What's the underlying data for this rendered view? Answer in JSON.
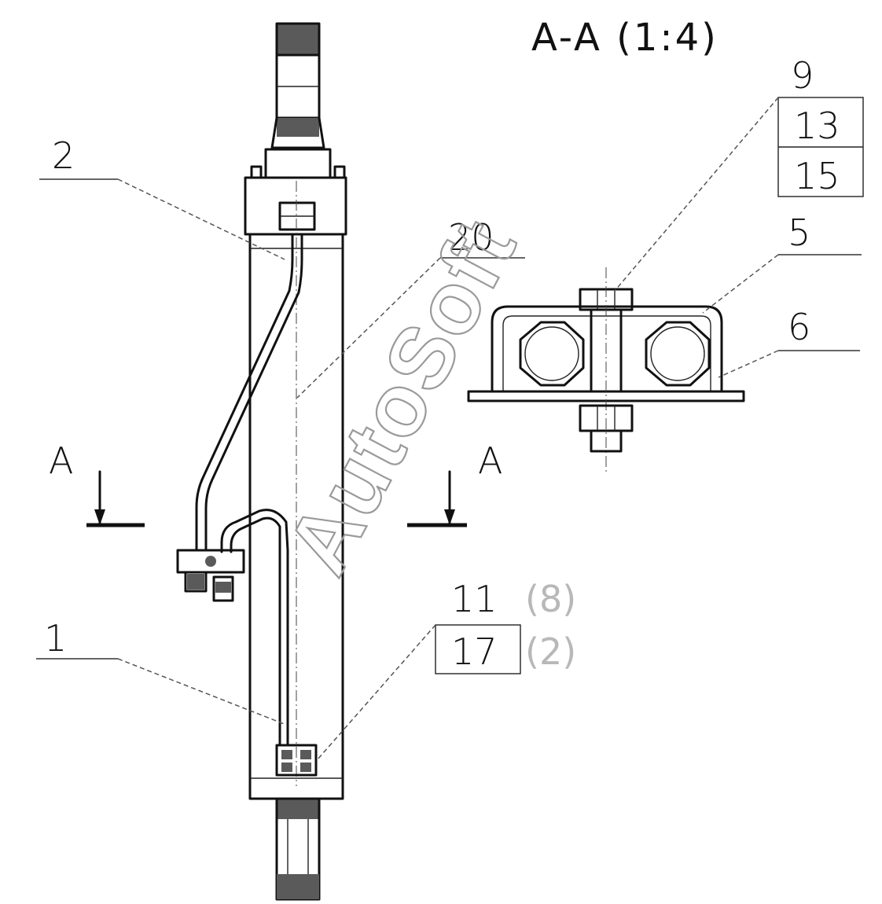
{
  "section_title": "A-A (1:4)",
  "section_marks": {
    "left": "A",
    "right": "A"
  },
  "callouts": {
    "c2": "2",
    "c20": "20",
    "c1": "1",
    "c9": "9",
    "c13": "13",
    "c15": "15",
    "c5": "5",
    "c6": "6",
    "c11": "11",
    "c17": "17",
    "q8": "(8)",
    "q2": "(2)"
  },
  "watermark": "AutoSoft"
}
